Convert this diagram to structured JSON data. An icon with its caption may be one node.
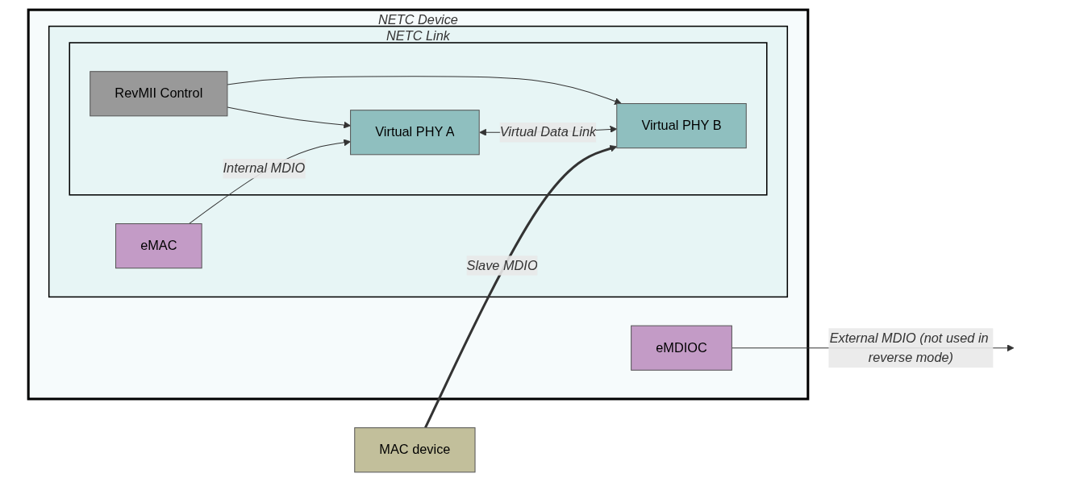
{
  "diagram": {
    "nodes": [
      {
        "text": [
          "NETC Device"
        ]
      },
      {
        "text": [
          "NETC Link"
        ],
        "in": 0
      },
      {
        "text": [],
        "shape": "box",
        "in": 1
      },
      {
        "text": [
          "Virtual PHY A"
        ],
        "in": 2
      },
      {
        "text": [
          "Virtual PHY B"
        ],
        "in": 2
      },
      {
        "text": [
          "RevMII Control"
        ],
        "in": 2
      },
      {
        "text": [
          "eMAC"
        ],
        "in": 1
      },
      {
        "text": [
          "eMDIOC"
        ],
        "in": 0
      },
      {
        "text": [
          "MAC device"
        ]
      }
    ],
    "edges": [
      {
        "from": 3,
        "to": 4,
        "arrow": "both",
        "label": "Virtual Data Link"
      },
      {
        "from": 5,
        "to": 3,
        "arrow": "to"
      },
      {
        "from": 5,
        "to": 4,
        "arrow": "to"
      },
      {
        "from": 8,
        "to": 4,
        "arrow": "to",
        "label": "Slave MDIO",
        "style": "thick"
      },
      {
        "from": 6,
        "to": 3,
        "arrow": "to",
        "label": "Internal MDIO"
      },
      {
        "from": 7,
        "to": null,
        "arrow": "to",
        "label": "External MDIO (not used in reverse mode)"
      }
    ]
  }
}
